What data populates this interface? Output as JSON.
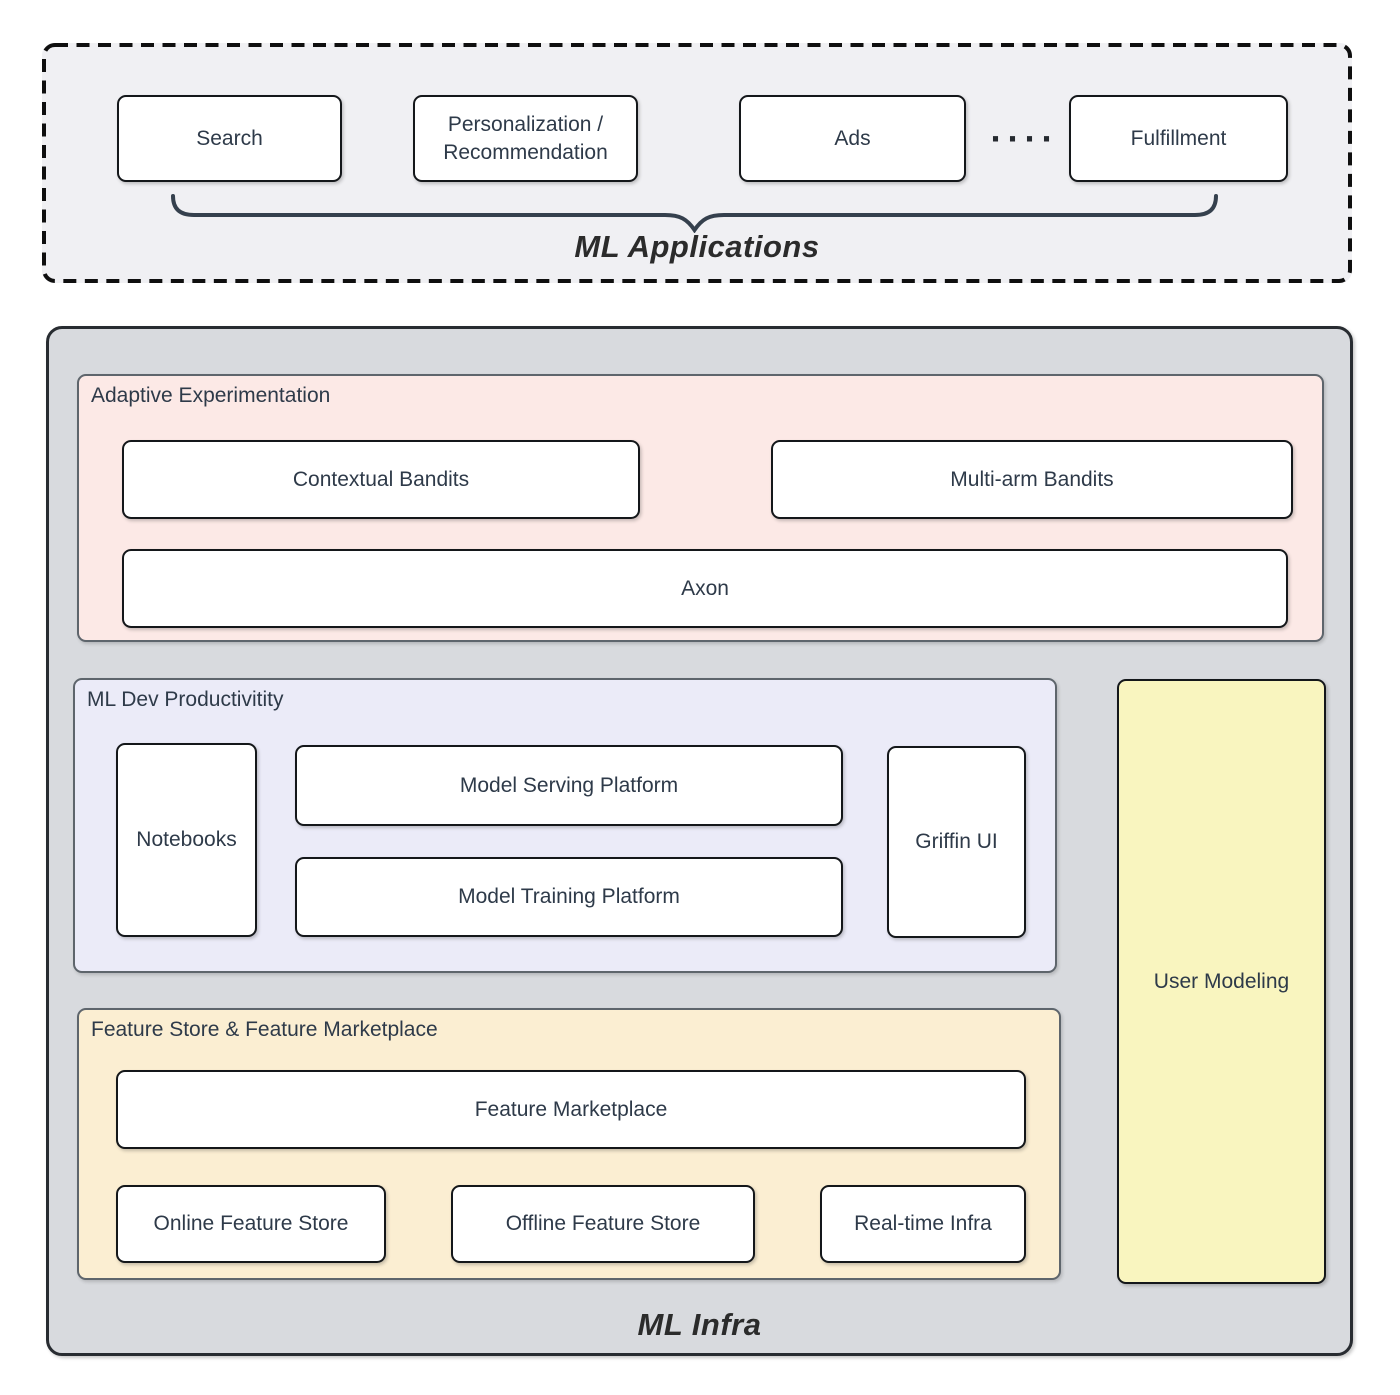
{
  "colors": {
    "page-bg": "#ffffff",
    "apps-bg": "#f0f0f3",
    "infra-bg": "#d8dade",
    "adaptive-bg": "#fce9e6",
    "mldev-bg": "#ebebf8",
    "feature-bg": "#fbeed2",
    "user-modeling-bg": "#f9f5bf",
    "box-bg": "#ffffff",
    "box-border": "#14171a",
    "section-border": "#5e656c",
    "container-border": "#282c31",
    "dash-border": "#0f0f0f",
    "text": "#2e3a49",
    "title-text": "#2b2b2b",
    "brace": "#35404d"
  },
  "ml_applications": {
    "title": "ML Applications",
    "search": "Search",
    "personalization_line1": "Personalization /",
    "personalization_line2": "Recommendation",
    "ads": "Ads",
    "dots": "····",
    "fulfillment": "Fulfillment"
  },
  "ml_infra": {
    "title": "ML Infra",
    "adaptive_experimentation": {
      "label": "Adaptive Experimentation",
      "contextual_bandits": "Contextual Bandits",
      "multi_arm_bandits": "Multi-arm Bandits",
      "axon": "Axon"
    },
    "ml_dev_productivitity": {
      "label": "ML Dev Productivitity",
      "notebooks": "Notebooks",
      "model_serving_platform": "Model Serving Platform",
      "model_training_platform": "Model Training Platform",
      "griffin_ui": "Griffin UI"
    },
    "user_modeling": "User Modeling",
    "feature_store": {
      "label": "Feature Store & Feature Marketplace",
      "feature_marketplace": "Feature Marketplace",
      "online_feature_store": "Online Feature Store",
      "offline_feature_store": "Offline Feature Store",
      "real_time_infra": "Real-time Infra"
    }
  }
}
